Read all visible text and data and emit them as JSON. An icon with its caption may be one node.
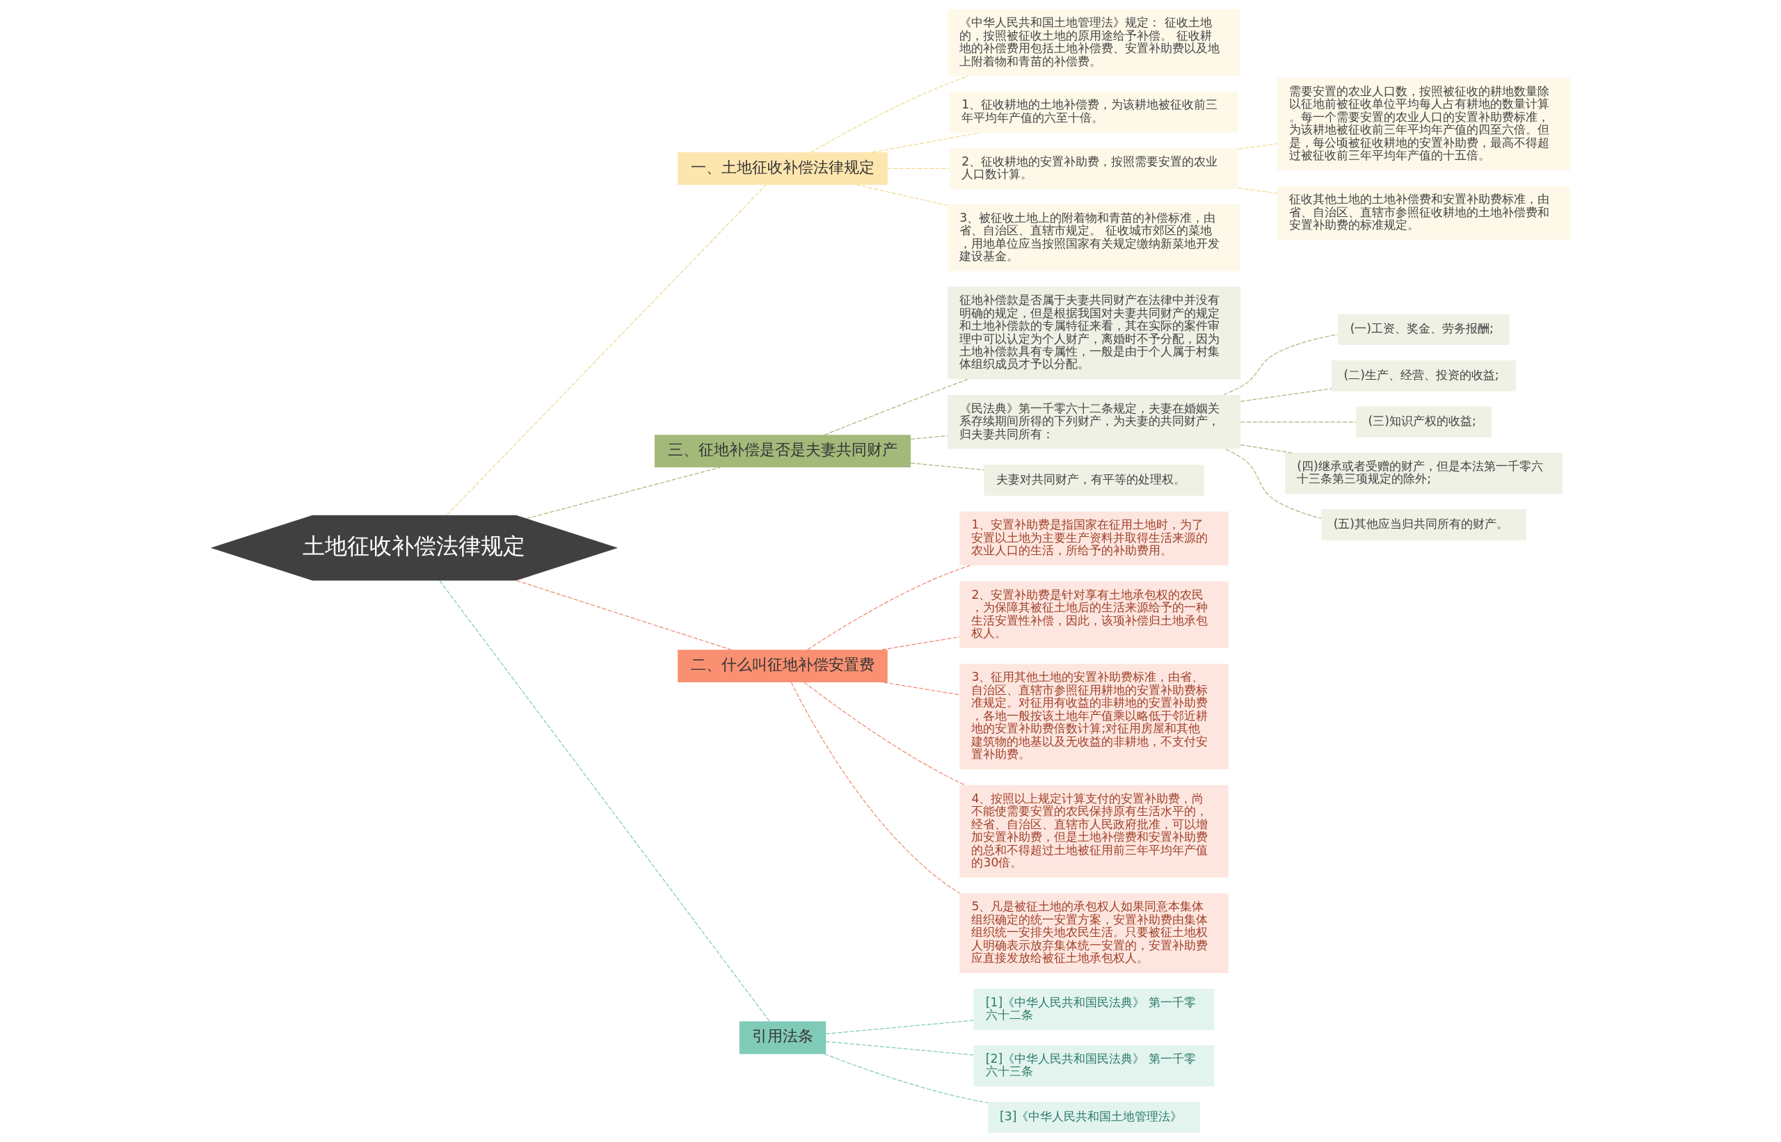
{
  "diagram": {
    "nodes": [
      {
        "text": [
          "土地征收补偿法律规定"
        ]
      },
      {
        "text": [
          "一、土地征收补偿法律规定"
        ]
      },
      {
        "text": [
          "《中华人民共和国土地管理法》规定： 征收土地的，按照被征收土地的原用途给予补偿。 征收耕地的补偿费用包括土地补偿费、安置补助费以及地上附着物和青苗的补偿费。"
        ]
      },
      {
        "text": [
          "1、征收耕地的土地补偿费，为该耕地被征收前三年平均年产值的六至十倍。"
        ]
      },
      {
        "text": [
          "2、征收耕地的安置补助费，按照需要安置的农业人口数计算。"
        ]
      },
      {
        "text": [
          "需要安置的农业人口数，按照被征收的耕地数量除以征地前被征收单位平均每人占有耕地的数量计算。每一个需要安置的农业人口的安置补助费标准，为该耕地被征收前三年平均年产值的四至六倍。但是，每公顷被征收耕地的安置补助费，最高不得超过被征收前三年平均年产值的十五倍。"
        ]
      },
      {
        "text": [
          "征收其他土地的土地补偿费和安置补助费标准，由省、自治区、直辖市参照征收耕地的土地补偿费和安置补助费的标准规定。"
        ]
      },
      {
        "text": [
          "3、被征收土地上的附着物和青苗的补偿标准，由省、自治区、直辖市规定。 征收城市郊区的菜地，用地单位应当按照国家有关规定缴纳新菜地开发建设基金。"
        ]
      },
      {
        "text": [
          "三、征地补偿是否是夫妻共同财产"
        ]
      },
      {
        "text": [
          "征地补偿款是否属于夫妻共同财产在法律中并没有明确的规定，但是根据我国对夫妻共同财产的规定和土地补偿款的专属特征来看，其在实际的案件审理中可以认定为个人财产，离婚时不予分配，因为土地补偿款具有专属性，一般是由于个人属于村集体组织成员才予以分配。"
        ]
      },
      {
        "text": [
          "《民法典》第一千零六十二条规定，夫妻在婚姻关系存续期间所得的下列财产，为夫妻的共同财产，归夫妻共同所有："
        ]
      },
      {
        "text": [
          "(一)工资、奖金、劳务报酬;"
        ]
      },
      {
        "text": [
          "(二)生产、经营、投资的收益;"
        ]
      },
      {
        "text": [
          "(三)知识产权的收益;"
        ]
      },
      {
        "text": [
          "(四)继承或者受赠的财产，但是本法第一千零六十三条第三项规定的除外;"
        ]
      },
      {
        "text": [
          "(五)其他应当归共同所有的财产。"
        ]
      },
      {
        "text": [
          "夫妻对共同财产，有平等的处理权。"
        ]
      },
      {
        "text": [
          "二、什么叫征地补偿安置费"
        ]
      },
      {
        "text": [
          "1、安置补助费是指国家在征用土地时，为了安置以土地为主要生产资料并取得生活来源的农业人口的生活，所给予的补助费用。"
        ]
      },
      {
        "text": [
          "2、安置补助费是针对享有土地承包权的农民，为保障其被征土地后的生活来源给予的一种生活安置性补偿，因此，该项补偿归土地承包权人。"
        ]
      },
      {
        "text": [
          "3、征用其他土地的安置补助费标准，由省、自治区、直辖市参照征用耕地的安置补助费标准规定。对征用有收益的非耕地的安置补助费，各地一般按该土地年产值乘以略低于邻近耕地的安置补助费倍数计算;对征用房屋和其他建筑物的地基以及无收益的非耕地，不支付安置补助费。"
        ]
      },
      {
        "text": [
          "4、按照以上规定计算支付的安置补助费，尚不能使需要安置的农民保持原有生活水平的，经省、自治区、直辖市人民政府批准，可以增加安置补助费，但是土地补偿费和安置补助费的总和不得超过土地被征用前三年平均年产值的30倍。"
        ]
      },
      {
        "text": [
          "5、凡是被征土地的承包权人如果同意本集体组织确定的统一安置方案，安置补助费由集体组织统一安排失地农民生活。只要被征土地权人明确表示放弃集体统一安置的，安置补助费应直接发放给被征土地承包权人。"
        ]
      },
      {
        "text": [
          "引用法条"
        ]
      },
      {
        "text": [
          "[1]《中华人民共和国民法典》 第一千零六十二条"
        ]
      },
      {
        "text": [
          "[2]《中华人民共和国民法典》 第一千零六十三条"
        ]
      },
      {
        "text": [
          "[3]《中华人民共和国土地管理法》"
        ]
      }
    ],
    "edges": [
      {
        "from": 0,
        "to": 1,
        "arrow": "none",
        "style": "dashed",
        "color": "#f0d890"
      },
      {
        "from": 1,
        "to": 2,
        "arrow": "none",
        "style": "dashed",
        "color": "#f0d890"
      },
      {
        "from": 1,
        "to": 3,
        "arrow": "none",
        "style": "dashed",
        "color": "#f0d890"
      },
      {
        "from": 1,
        "to": 4,
        "arrow": "none",
        "style": "dashed",
        "color": "#f0d890"
      },
      {
        "from": 4,
        "to": 5,
        "arrow": "none",
        "style": "dashed",
        "color": "#f0d890"
      },
      {
        "from": 4,
        "to": 6,
        "arrow": "none",
        "style": "dashed",
        "color": "#f0d890"
      },
      {
        "from": 1,
        "to": 7,
        "arrow": "none",
        "style": "dashed",
        "color": "#f0d890"
      },
      {
        "from": 0,
        "to": 8,
        "arrow": "none",
        "style": "dashed"
      },
      {
        "from": 8,
        "to": 9,
        "arrow": "none",
        "style": "dashed"
      },
      {
        "from": 8,
        "to": 10,
        "arrow": "none",
        "style": "dashed"
      },
      {
        "from": 10,
        "to": 11,
        "arrow": "none",
        "style": "dashed"
      },
      {
        "from": 10,
        "to": 12,
        "arrow": "none",
        "style": "dashed"
      },
      {
        "from": 10,
        "to": 13,
        "arrow": "none",
        "style": "dashed"
      },
      {
        "from": 10,
        "to": 14,
        "arrow": "none",
        "style": "dashed"
      },
      {
        "from": 10,
        "to": 15,
        "arrow": "none",
        "style": "dashed"
      },
      {
        "from": 8,
        "to": 16,
        "arrow": "none",
        "style": "dashed"
      },
      {
        "from": 0,
        "to": 17,
        "arrow": "none",
        "style": "dashed",
        "color": "#ee8a6c"
      },
      {
        "from": 17,
        "to": 18,
        "arrow": "none",
        "style": "dashed",
        "color": "#ee8a6c"
      },
      {
        "from": 17,
        "to": 19,
        "arrow": "none",
        "style": "dashed",
        "color": "#ee8a6c"
      },
      {
        "from": 17,
        "to": 20,
        "arrow": "none",
        "style": "dashed",
        "color": "#ee8a6c"
      },
      {
        "from": 17,
        "to": 21,
        "arrow": "none",
        "style": "dashed",
        "color": "#ee8a6c"
      },
      {
        "from": 17,
        "to": 22,
        "arrow": "none",
        "style": "dashed",
        "color": "#ee8a6c"
      },
      {
        "from": 0,
        "to": 23,
        "arrow": "none",
        "style": "dashed",
        "color": "#7ecab8"
      },
      {
        "from": 23,
        "to": 24,
        "arrow": "none",
        "style": "dashed",
        "color": "#7ecab8"
      },
      {
        "from": 23,
        "to": 25,
        "arrow": "none",
        "style": "dashed",
        "color": "#7ecab8"
      },
      {
        "from": 23,
        "to": 26,
        "arrow": "none",
        "style": "dashed",
        "color": "#7ecab8"
      }
    ]
  }
}
